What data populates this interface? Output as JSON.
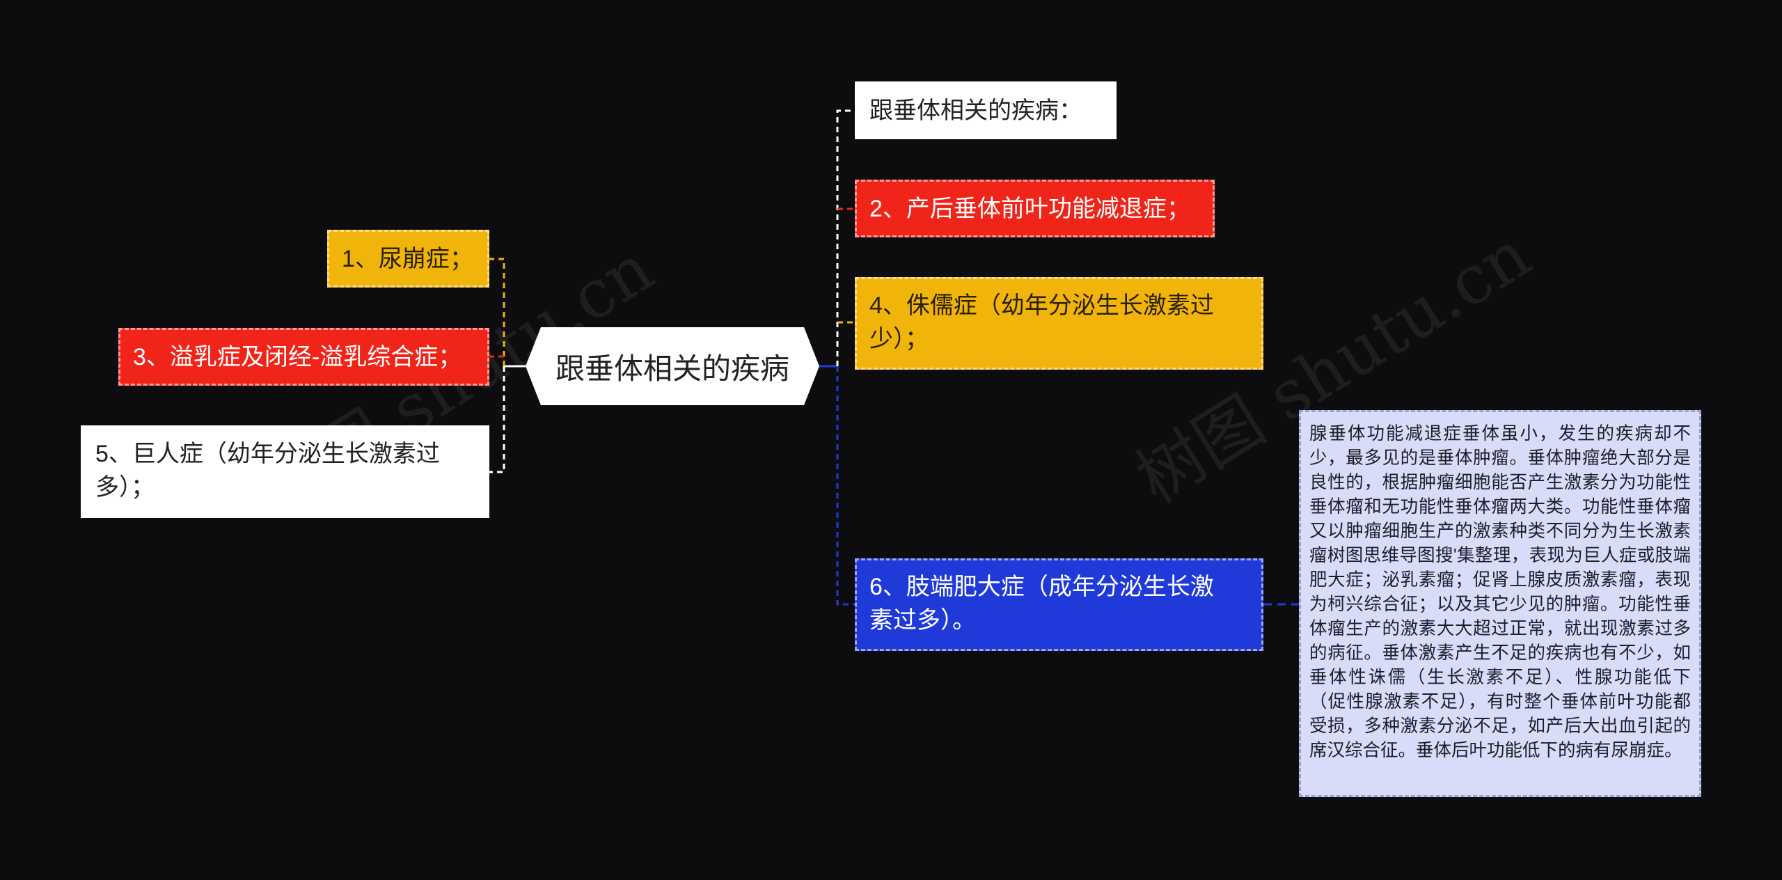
{
  "colors": {
    "background": "#0d0d0f",
    "white": "#ffffff",
    "red": "#f02418",
    "gold": "#f0b40a",
    "blue": "#1f3ad8",
    "note": "#d8dcf8"
  },
  "watermarks": [
    "树图 shutu.cn",
    "树图 shutu.cn"
  ],
  "root": {
    "label": "跟垂体相关的疾病"
  },
  "left_nodes": [
    {
      "id": "l1",
      "lines": [
        "1、尿崩症；"
      ],
      "color": "gold"
    },
    {
      "id": "l3",
      "lines": [
        "3、溢乳症及闭经-溢乳综合症；"
      ],
      "color": "red"
    },
    {
      "id": "l5",
      "lines": [
        "5、巨人症（幼年分泌生长激素过",
        "多）；"
      ],
      "color": "white"
    }
  ],
  "right_nodes": [
    {
      "id": "r0",
      "lines": [
        "跟垂体相关的疾病："
      ],
      "color": "white"
    },
    {
      "id": "r2",
      "lines": [
        "2、产后垂体前叶功能减退症；"
      ],
      "color": "red"
    },
    {
      "id": "r4",
      "lines": [
        "4、侏儒症（幼年分泌生长激素过",
        "少）；"
      ],
      "color": "gold"
    },
    {
      "id": "r6",
      "lines": [
        "6、肢端肥大症（成年分泌生长激",
        "素过多）。"
      ],
      "color": "blue"
    }
  ],
  "note": {
    "text": "腺垂体功能减退症垂体虽小，发生的疾病却不少，最多见的是垂体肿瘤。垂体肿瘤绝大部分是良性的，根据肿瘤细胞能否产生激素分为功能性垂体瘤和无功能性垂体瘤两大类。功能性垂体瘤又以肿瘤细胞生产的激素种类不同分为生长激素瘤树图思维导图搜'集整理，表现为巨人症或肢端肥大症；泌乳素瘤；促肾上腺皮质激素瘤，表现为柯兴综合征；以及其它少见的肿瘤。功能性垂体瘤生产的激素大大超过正常，就出现激素过多的病征。垂体激素产生不足的疾病也有不少，如垂体性诛儒（生长激素不足）、性腺功能低下（促性腺激素不足），有时整个垂体前叶功能都受损，多种激素分泌不足，如产后大出血引起的席汉综合征。垂体后叶功能低下的病有尿崩症。"
  }
}
